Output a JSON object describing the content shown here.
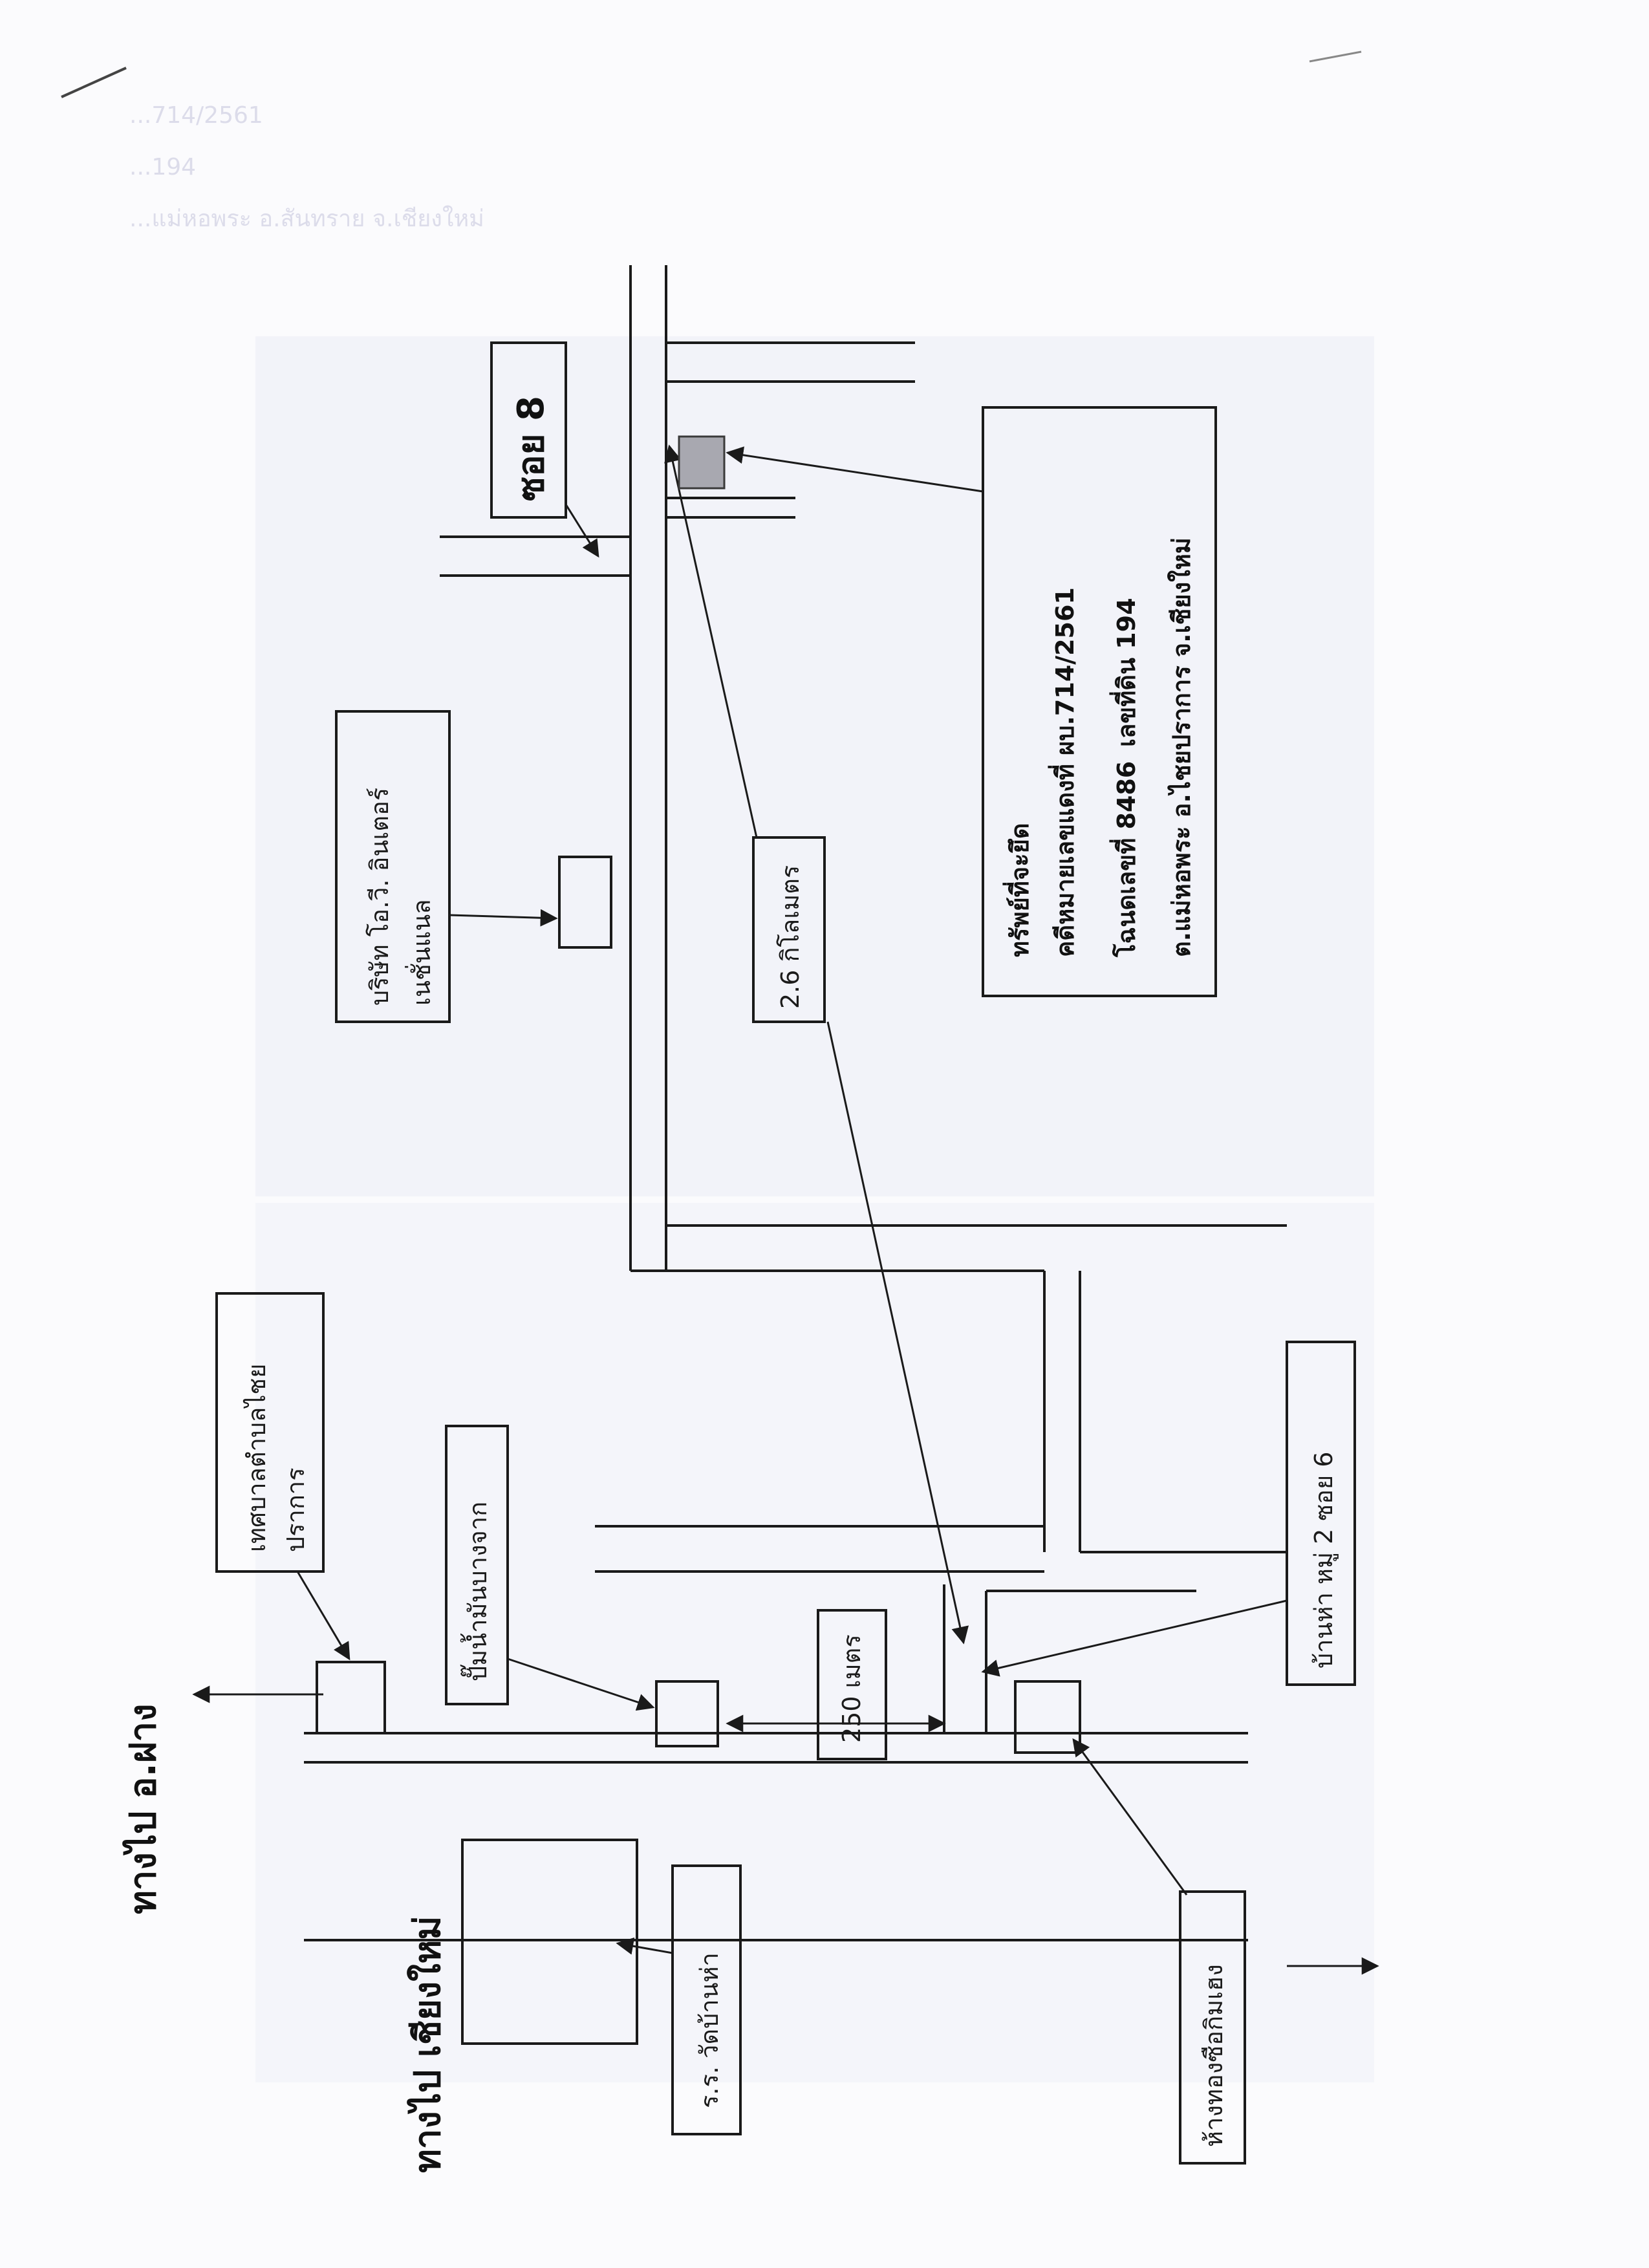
{
  "header_faint": {
    "line1": "...714/2561",
    "line2": "...194",
    "line3": "...แม่หอพระ อ.สันทราย จ.เชียงใหม่"
  },
  "directions": {
    "to_fang": "ทางไป อ.ฝาง",
    "to_chiangmai": "ทางไป เชียงใหม่"
  },
  "landmarks": {
    "school": "ร.ร. วัดบ้านห่า",
    "gold_shop": "ห้างทองซือกิมเฮง",
    "municipality_line1": "เทศบาลตำบลไชย",
    "municipality_line2": "ปราการ",
    "gas_station": "ปั๊มน้ำมันบางจาก",
    "village": "บ้านห่า หมู่ 2 ซอย 6",
    "company_line1": "บริษัท โอ.วี. อินเตอร์",
    "company_line2": "เนชั่นแนล",
    "soi": "ซอย 8"
  },
  "distances": {
    "short": "250 เมตร",
    "long": "2.6 กิโลเมตร"
  },
  "property": {
    "title": "ทรัพย์ที่จะยึด",
    "case": "คดีหมายเลขแดงที่ ผบ.714/2561",
    "deed": "โฉนดเลขที่ 8486",
    "land_no": "เลขที่ดิน 194",
    "location": "ต.แม่หอพระ อ.ไชยปราการ จ.เชียงใหม่"
  },
  "colors": {
    "ink": "#1a1a1a",
    "target_fill": "#a8a8b0",
    "watermark": "#eef0f7"
  }
}
